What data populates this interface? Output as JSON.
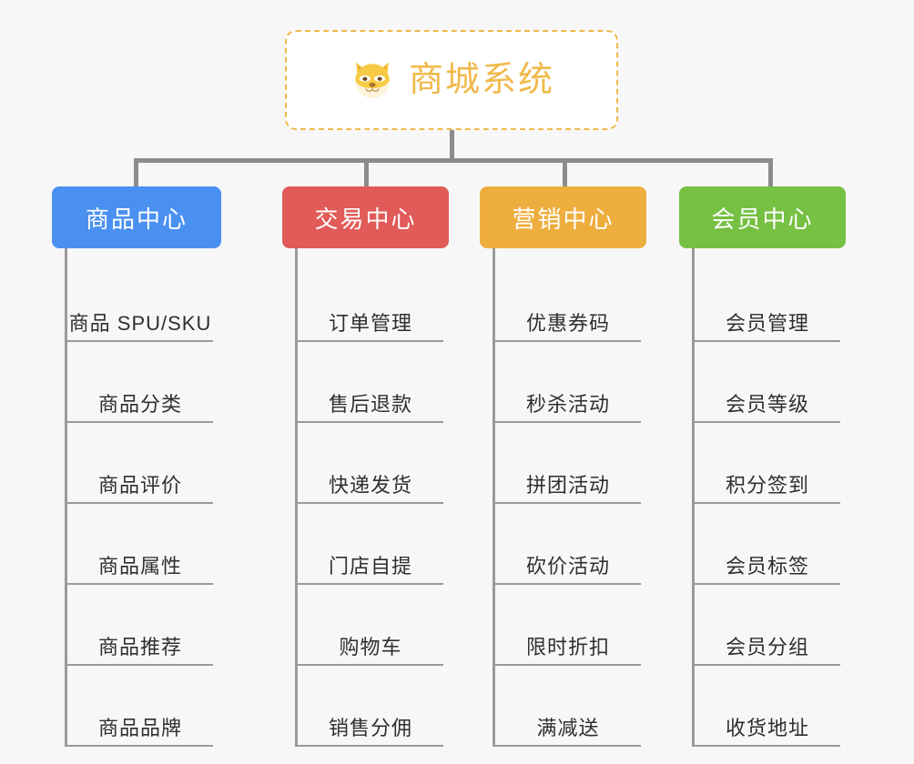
{
  "page": {
    "background_color": "#f7f7f7",
    "type": "organization-chart"
  },
  "root": {
    "title": "商城系统",
    "icon": "shiba-dog-face-icon",
    "border_color": "#f0b94a",
    "text_color": "#f0b94a",
    "background_color": "#ffffff"
  },
  "columns": [
    {
      "title": "商品中心",
      "color": "#4a90f0",
      "items": [
        "商品 SPU/SKU",
        "商品分类",
        "商品评价",
        "商品属性",
        "商品推荐",
        "商品品牌"
      ]
    },
    {
      "title": "交易中心",
      "color": "#e15b58",
      "items": [
        "订单管理",
        "售后退款",
        "快递发货",
        "门店自提",
        "购物车",
        "销售分佣"
      ]
    },
    {
      "title": "营销中心",
      "color": "#edae3e",
      "items": [
        "优惠券码",
        "秒杀活动",
        "拼团活动",
        "砍价活动",
        "限时折扣",
        "满减送"
      ]
    },
    {
      "title": "会员中心",
      "color": "#76c043",
      "items": [
        "会员管理",
        "会员等级",
        "积分签到",
        "会员标签",
        "会员分组",
        "收货地址"
      ]
    }
  ],
  "connector": {
    "color": "#8c8c8c"
  }
}
